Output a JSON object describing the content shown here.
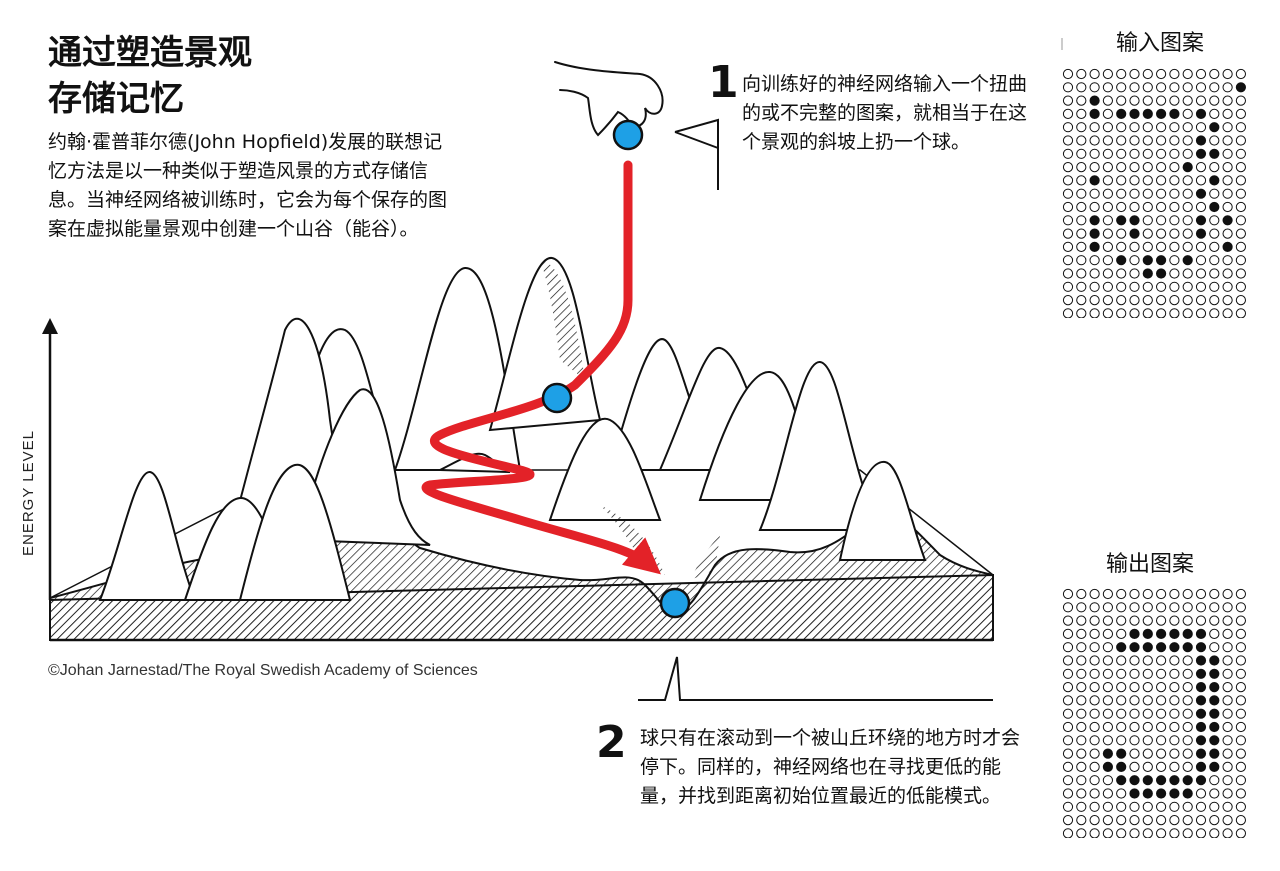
{
  "title": {
    "line1": "通过塑造景观",
    "line2": "存储记忆"
  },
  "intro": "约翰·霍普菲尔德(John Hopfield)发展的联想记忆方法是以一种类似于塑造风景的方式存储信息。当神经网络被训练时，它会为每个保存的图案在虚拟能量景观中创建一个山谷（能谷）。",
  "step1": {
    "number": "1",
    "text": "向训练好的神经网络输入一个扭曲的或不完整的图案，就相当于在这个景观的斜坡上扔一个球。"
  },
  "step2": {
    "number": "2",
    "text": "球只有在滚动到一个被山丘环绕的地方时才会停下。同样的，神经网络也在寻找更低的能量，并找到距离初始位置最近的低能模式。"
  },
  "axis": {
    "y_label": "ENERGY LEVEL"
  },
  "credit": "©Johan Jarnestad/The Royal Swedish Academy of Sciences",
  "input_pattern": {
    "title": "输入图案",
    "rows": [
      "..............",
      ".............#",
      "..#...........",
      "..#.#####.#...",
      "...........#..",
      "..........#...",
      "..........##..",
      ".........#....",
      "..#........#..",
      "..........#...",
      "...........#..",
      "..#.##....#.#.",
      "..#..#....#...",
      "..#.........#.",
      "....#.##.#....",
      "......##......",
      "..............",
      "..............",
      ".............."
    ]
  },
  "output_pattern": {
    "title": "输出图案",
    "rows": [
      "..............",
      "..............",
      "..............",
      ".....######...",
      "....#######...",
      "..........##..",
      "..........##..",
      "..........##..",
      "..........##..",
      "..........##..",
      "..........##..",
      "..........##..",
      "...##.....##..",
      "...##.....##..",
      "....#######...",
      ".....#####....",
      "..............",
      "..............",
      ".............."
    ]
  },
  "colors": {
    "path": "#e32228",
    "ball": "#1ea0e6",
    "ink": "#111111",
    "paper": "#ffffff"
  }
}
